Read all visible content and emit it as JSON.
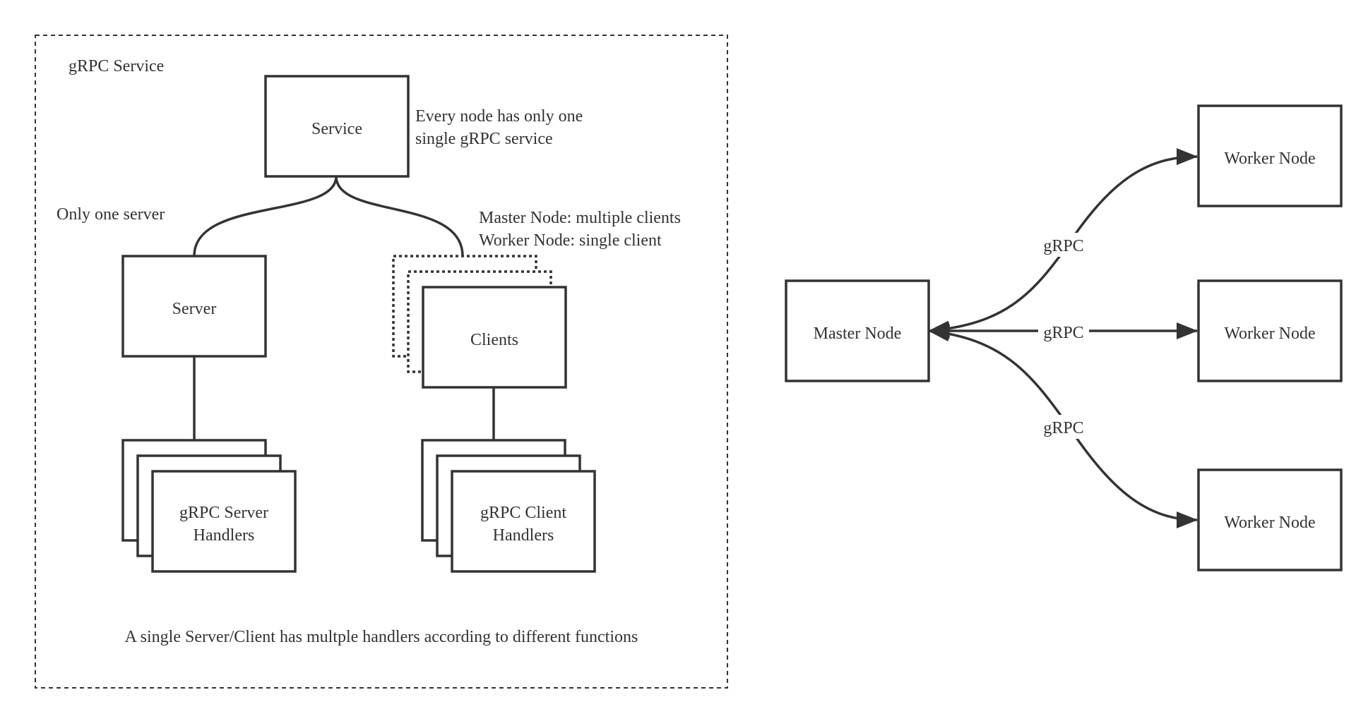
{
  "colors": {
    "stroke": "#333333",
    "text": "#333333",
    "background": "#ffffff"
  },
  "left_panel": {
    "title": "gRPC Service",
    "service_box": "Service",
    "service_note": [
      "Every node has only one",
      "single gRPC service"
    ],
    "server_note": "Only one server",
    "server_box": "Server",
    "clients_note": [
      "Master Node: multiple clients",
      "Worker Node: single client"
    ],
    "clients_box": "Clients",
    "server_handlers": [
      "gRPC Server",
      "Handlers"
    ],
    "client_handlers": [
      "gRPC Client",
      "Handlers"
    ],
    "footer": "A single Server/Client has multple handlers according to different functions"
  },
  "right_panel": {
    "master": "Master Node",
    "workers": [
      "Worker Node",
      "Worker Node",
      "Worker Node"
    ],
    "edge_labels": [
      "gRPC",
      "gRPC",
      "gRPC"
    ]
  }
}
